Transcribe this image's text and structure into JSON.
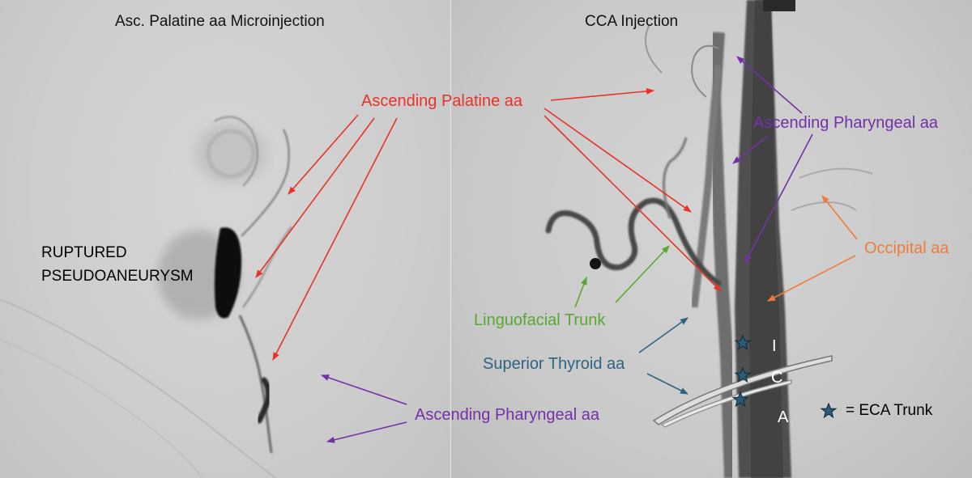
{
  "panels": {
    "left": {
      "title": "Asc. Palatine aa Microinjection"
    },
    "right": {
      "title": "CCA Injection"
    }
  },
  "labels": {
    "ascending_palatine": "Ascending Palatine aa",
    "ascending_pharyngeal_right": "Ascending Pharyngeal aa",
    "ascending_pharyngeal_left": "Ascending Pharyngeal aa",
    "occipital": "Occipital aa",
    "linguofacial": "Linguofacial Trunk",
    "superior_thyroid": "Superior Thyroid aa",
    "ruptured_line1": "RUPTURED",
    "ruptured_line2": "PSEUDOANEURYSM"
  },
  "ica_letters": {
    "i": "I",
    "c": "C",
    "a": "A"
  },
  "legend": {
    "text": "= ECA Trunk"
  },
  "colors": {
    "red": "#e8332a",
    "purple": "#7431a6",
    "orange": "#ee7d3b",
    "green": "#5aa832",
    "blue": "#2f6481",
    "star": "#2b5b78"
  },
  "icons": {
    "eca_marker": "star-icon"
  }
}
